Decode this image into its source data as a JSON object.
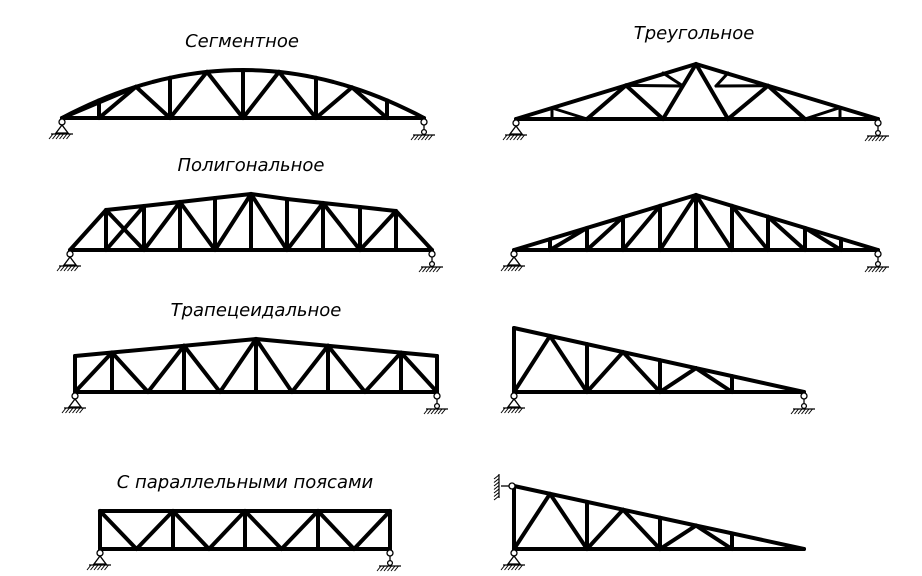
{
  "labels": {
    "segment": "Сегментное",
    "triangle": "Треугольное",
    "polygonal": "Полигональное",
    "trapezoid": "Трапецеидальное",
    "parallel": "С параллельными поясами"
  },
  "colors": {
    "stroke": "#000000",
    "background": "#ffffff"
  }
}
